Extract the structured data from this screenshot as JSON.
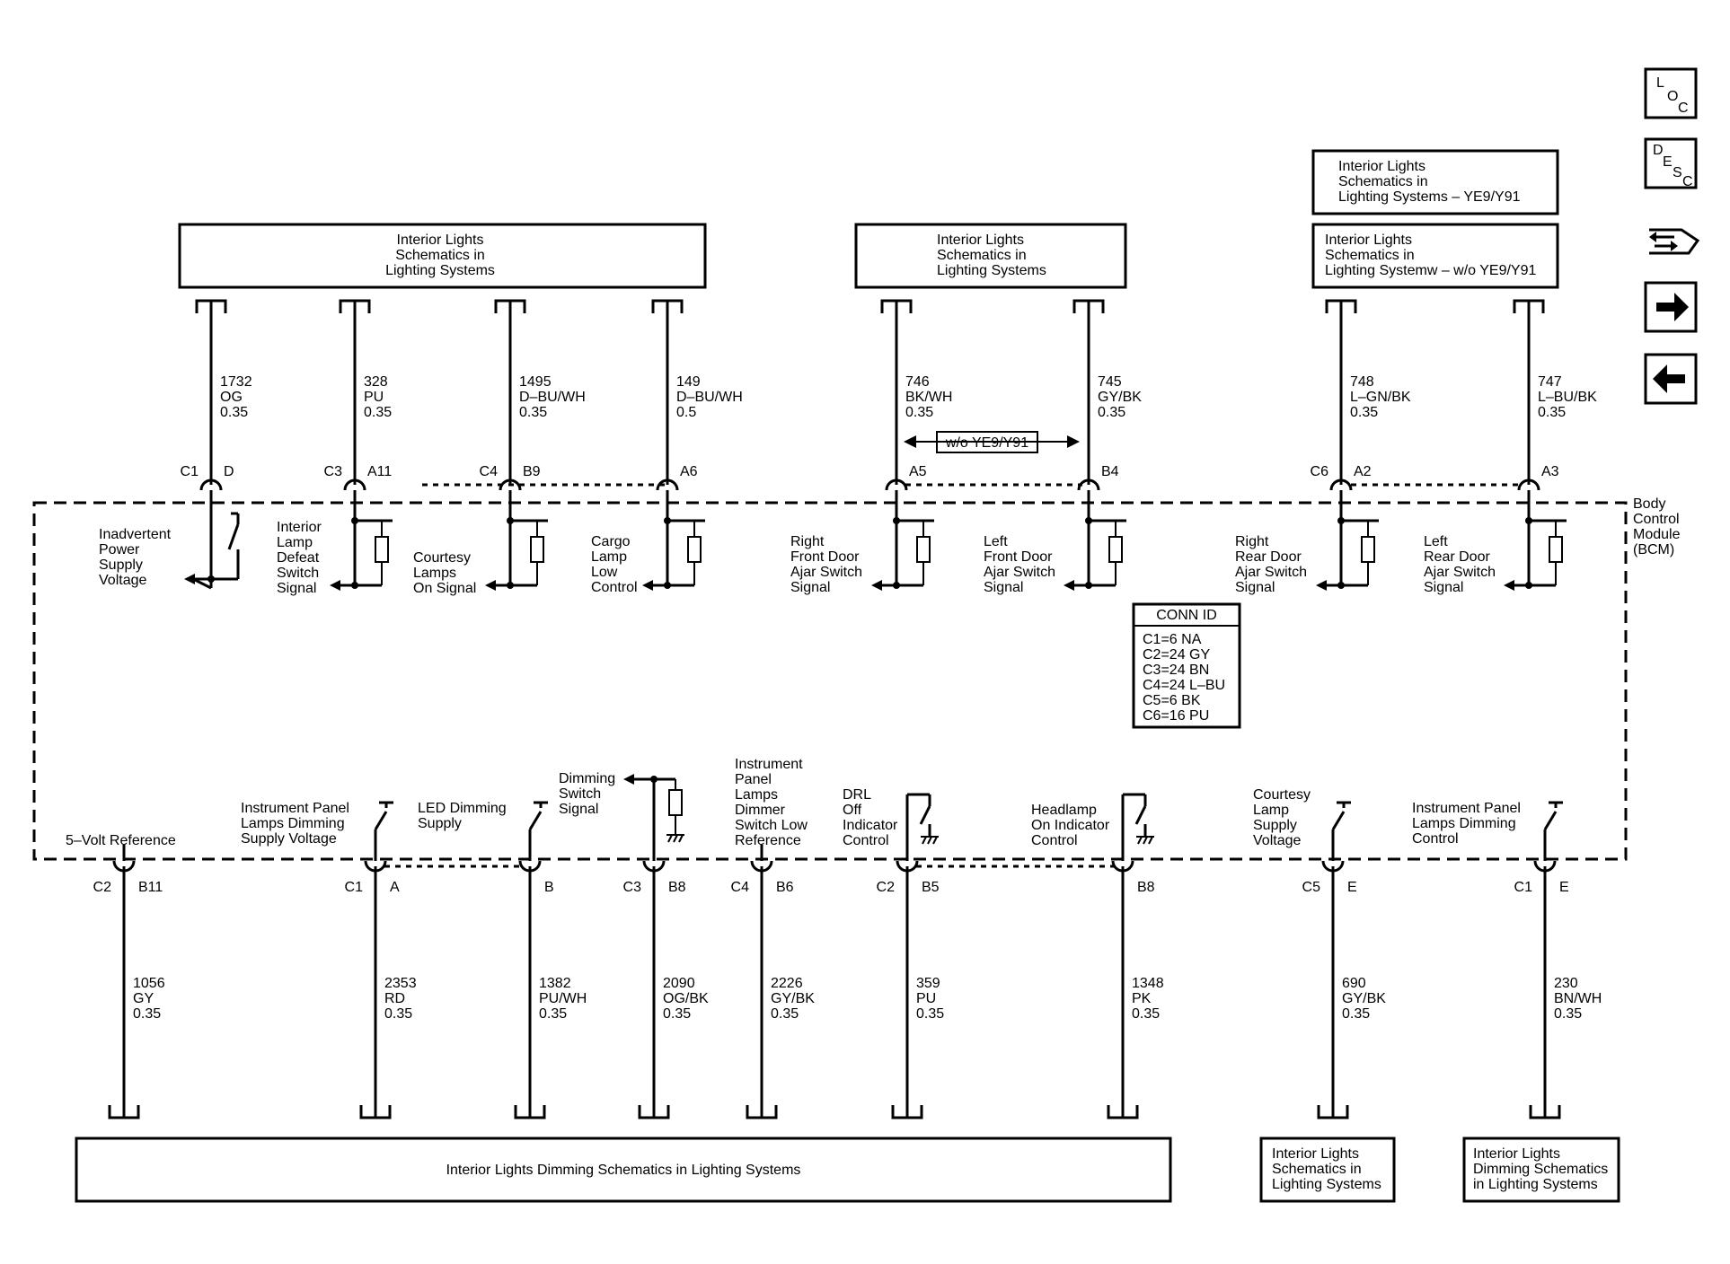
{
  "top_boxes": [
    {
      "id": "tb1",
      "lines": [
        "Interior Lights",
        "Schematics in",
        "Lighting Systems"
      ]
    },
    {
      "id": "tb2",
      "lines": [
        "Interior Lights",
        "Schematics in",
        "Lighting Systems"
      ]
    },
    {
      "id": "tb3",
      "lines": [
        "Interior Lights",
        "Schematics in",
        "Lighting Systems – YE9/Y91"
      ]
    },
    {
      "id": "tb4",
      "lines": [
        "Interior Lights",
        "Schematics in",
        "Lighting Systemw – w/o YE9/Y91"
      ]
    }
  ],
  "bottom_boxes": [
    {
      "id": "bb1",
      "lines": [
        "Interior Lights Dimming Schematics in Lighting Systems"
      ]
    },
    {
      "id": "bb2",
      "lines": [
        "Interior Lights",
        "Schematics in",
        "Lighting Systems"
      ]
    },
    {
      "id": "bb3",
      "lines": [
        "Interior Lights",
        "Dimming Schematics",
        "in Lighting Systems"
      ]
    }
  ],
  "module_label": [
    "Body",
    "Control",
    "Module",
    "(BCM)"
  ],
  "option_label": "w/o YE9/Y91",
  "conn_id": {
    "title": "CONN ID",
    "rows": [
      "C1=6 NA",
      "C2=24 GY",
      "C3=24 BN",
      "C4=24 L–BU",
      "C5=6 BK",
      "C6=16 PU"
    ]
  },
  "top_wires": [
    {
      "conn": "C1",
      "pin": "D",
      "wire": [
        "1732",
        "OG",
        "0.35"
      ],
      "func": [
        "Inadvertent",
        "Power",
        "Supply",
        "Voltage"
      ]
    },
    {
      "conn": "C3",
      "pin": "A11",
      "wire": [
        "328",
        "PU",
        "0.35"
      ],
      "func": [
        "Interior",
        "Lamp",
        "Defeat",
        "Switch",
        "Signal"
      ]
    },
    {
      "conn": "C4",
      "pin": "B9",
      "wire": [
        "1495",
        "D–BU/WH",
        "0.35"
      ],
      "func": [
        "Courtesy",
        "Lamps",
        "On Signal"
      ]
    },
    {
      "conn": "",
      "pin": "A6",
      "wire": [
        "149",
        "D–BU/WH",
        "0.5"
      ],
      "func": [
        "Cargo",
        "Lamp",
        "Low",
        "Control"
      ]
    },
    {
      "conn": "",
      "pin": "A5",
      "wire": [
        "746",
        "BK/WH",
        "0.35"
      ],
      "func": [
        "Right",
        "Front Door",
        "Ajar Switch",
        "Signal"
      ]
    },
    {
      "conn": "",
      "pin": "B4",
      "wire": [
        "745",
        "GY/BK",
        "0.35"
      ],
      "func": [
        "Left",
        "Front Door",
        "Ajar Switch",
        "Signal"
      ]
    },
    {
      "conn": "C6",
      "pin": "A2",
      "wire": [
        "748",
        "L–GN/BK",
        "0.35"
      ],
      "func": [
        "Right",
        "Rear Door",
        "Ajar Switch",
        "Signal"
      ]
    },
    {
      "conn": "",
      "pin": "A3",
      "wire": [
        "747",
        "L–BU/BK",
        "0.35"
      ],
      "func": [
        "Left",
        "Rear Door",
        "Ajar Switch",
        "Signal"
      ]
    }
  ],
  "bottom_wires": [
    {
      "conn": "C2",
      "pin": "B11",
      "wire": [
        "1056",
        "GY",
        "0.35"
      ],
      "func": [
        "5–Volt Reference"
      ]
    },
    {
      "conn": "C1",
      "pin": "A",
      "wire": [
        "2353",
        "RD",
        "0.35"
      ],
      "func": [
        "Instrument Panel",
        "Lamps Dimming",
        "Supply Voltage"
      ]
    },
    {
      "conn": "",
      "pin": "B",
      "wire": [
        "1382",
        "PU/WH",
        "0.35"
      ],
      "func": [
        "LED Dimming",
        "Supply"
      ]
    },
    {
      "conn": "C3",
      "pin": "B8",
      "wire": [
        "2090",
        "OG/BK",
        "0.35"
      ],
      "func": [
        "Dimming",
        "Switch",
        "Signal"
      ]
    },
    {
      "conn": "C4",
      "pin": "B6",
      "wire": [
        "2226",
        "GY/BK",
        "0.35"
      ],
      "func": [
        "Instrument",
        "Panel",
        "Lamps",
        "Dimmer",
        "Switch Low",
        "Reference"
      ]
    },
    {
      "conn": "C2",
      "pin": "B5",
      "wire": [
        "359",
        "PU",
        "0.35"
      ],
      "func": [
        "DRL",
        "Off",
        "Indicator",
        "Control"
      ]
    },
    {
      "conn": "",
      "pin": "B8",
      "wire": [
        "1348",
        "PK",
        "0.35"
      ],
      "func": [
        "Headlamp",
        "On Indicator",
        "Control"
      ]
    },
    {
      "conn": "C5",
      "pin": "E",
      "wire": [
        "690",
        "GY/BK",
        "0.35"
      ],
      "func": [
        "Courtesy",
        "Lamp",
        "Supply",
        "Voltage"
      ]
    },
    {
      "conn": "C1",
      "pin": "E",
      "wire": [
        "230",
        "BN/WH",
        "0.35"
      ],
      "func": [
        "Instrument Panel",
        "Lamps Dimming",
        "Control"
      ]
    }
  ],
  "nav": {
    "loc": [
      "L",
      "O",
      "C"
    ],
    "desc": [
      "D",
      "E",
      "S",
      "C"
    ]
  }
}
